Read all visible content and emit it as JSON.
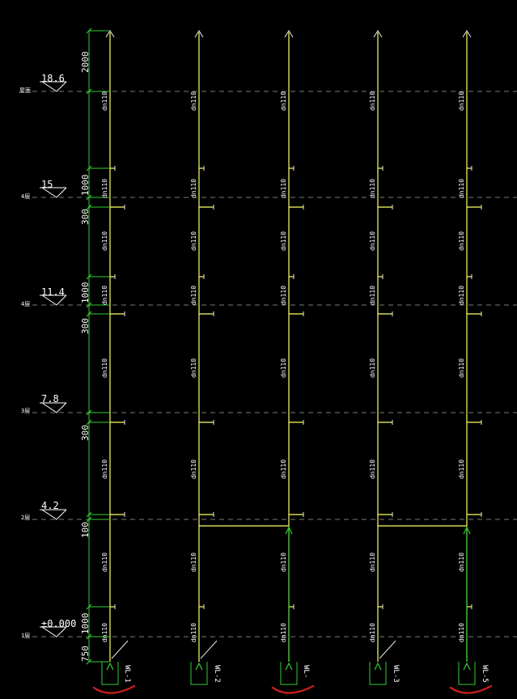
{
  "colors": {
    "background": "#000000",
    "pipe": "#ffff66",
    "dim_green": "#33cc33",
    "text": "#ffffff",
    "level_line": "#7a7a7a",
    "mark_red": "#c81e1e",
    "marker_white": "#e8e8e8"
  },
  "levels": [
    {
      "elev": "18.6",
      "floor": "屋面"
    },
    {
      "elev": "15",
      "floor": "4层"
    },
    {
      "elev": "11.4",
      "floor": "4层"
    },
    {
      "elev": "7.8",
      "floor": "3层"
    },
    {
      "elev": "4.2",
      "floor": "2层"
    },
    {
      "elev": "±0.000",
      "floor": "1层"
    }
  ],
  "dimensions": [
    "2000",
    "1000",
    "300",
    "1000",
    "300",
    "300",
    "100",
    "1000",
    "750"
  ],
  "pipe_size": "dn110",
  "risers": [
    {
      "tag": "WL-1",
      "tag_color": "#ffffff",
      "red_mark": true
    },
    {
      "tag": "WL-2",
      "tag_color": "#ffffff",
      "red_mark": false
    },
    {
      "tag": "WL-",
      "tag_color": "#ffffff",
      "red_mark": true
    },
    {
      "tag": "WL-3",
      "tag_color": "#ffffff",
      "red_mark": false
    },
    {
      "tag": "WL-5",
      "tag_color": "#ffffff",
      "red_mark": true
    }
  ]
}
